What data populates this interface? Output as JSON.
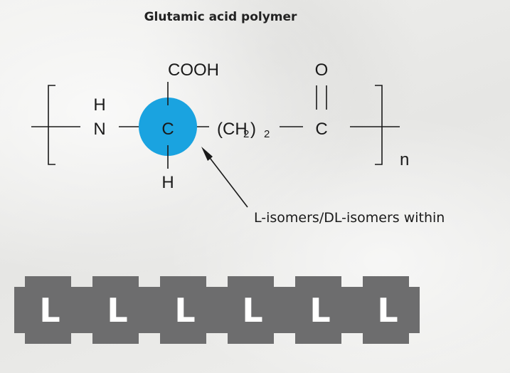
{
  "title": "Glutamic acid polymer",
  "formula": {
    "cooh": "COOH",
    "h_top": "H",
    "n": "N",
    "c_alpha": "C",
    "ch2_open": "(CH",
    "ch2_sub": "2",
    "ch2_close": ")",
    "ch2_count": "2",
    "o": "O",
    "c_carbonyl": "C",
    "h_bottom": "H",
    "repeat": "n"
  },
  "annotation": "L-isomers/DL-isomers within",
  "chain_units": [
    "L",
    "L",
    "L",
    "L",
    "L",
    "L"
  ],
  "colors": {
    "alpha_carbon": "#1aa3e0",
    "unit_block": "#6d6d6e",
    "unit_text": "#ffffff"
  }
}
